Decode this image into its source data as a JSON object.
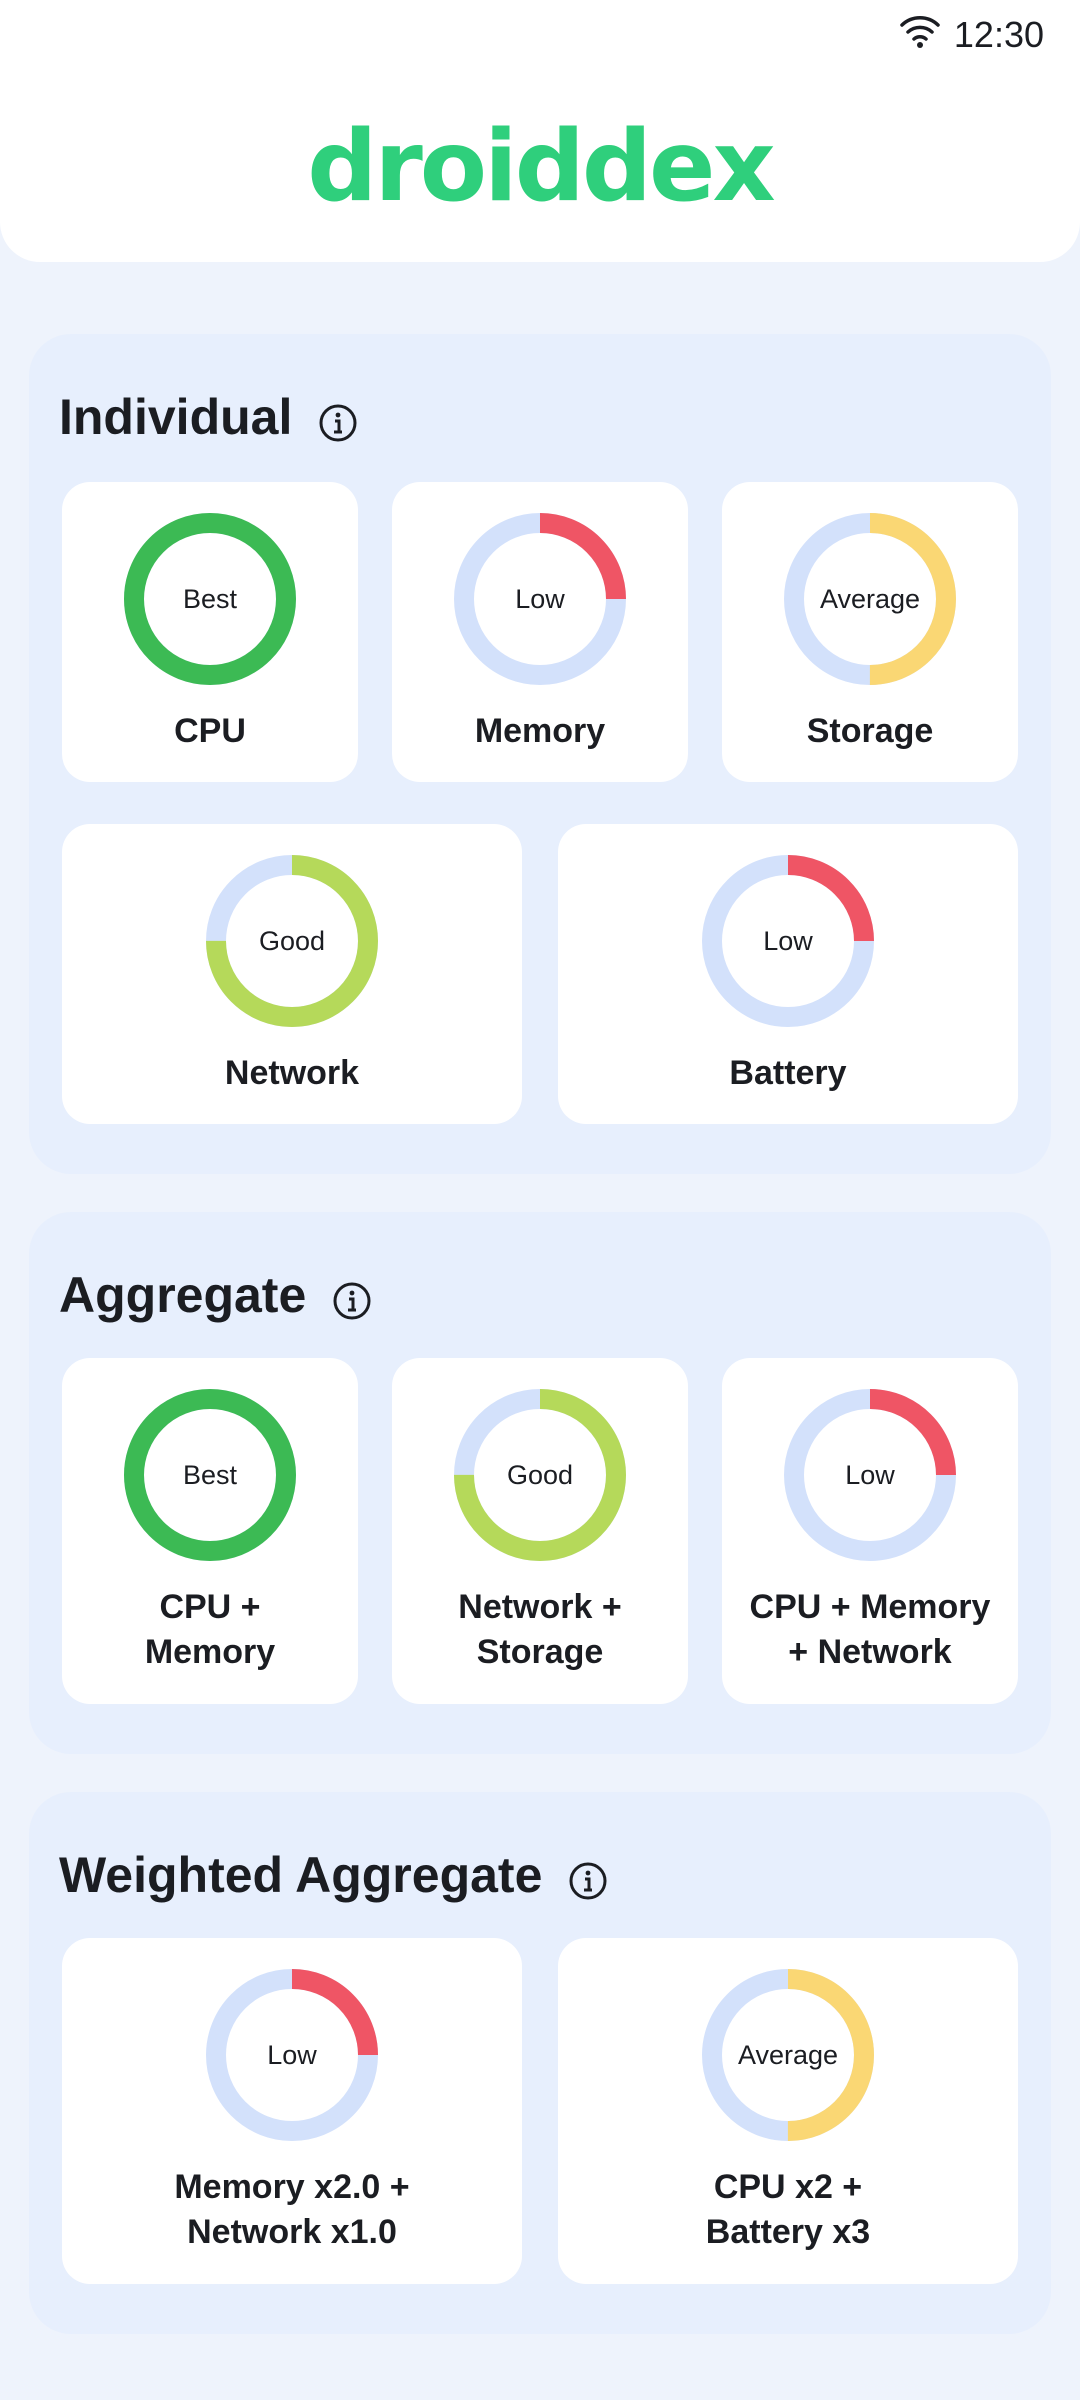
{
  "status_bar": {
    "time": "12:30",
    "wifi_icon": "wifi-icon"
  },
  "app": {
    "logo_text": "droiddex",
    "brand_color": "#2fcf7c"
  },
  "colors": {
    "track": "#d3e1fb",
    "Best": "#3cba54",
    "Good": "#b5d95a",
    "Average": "#fad774",
    "Low": "#ef5565"
  },
  "sections": {
    "individual": {
      "title": "Individual",
      "cards": [
        {
          "level": "Best",
          "label": "CPU",
          "fill": 1.0
        },
        {
          "level": "Low",
          "label": "Memory",
          "fill": 0.25
        },
        {
          "level": "Average",
          "label": "Storage",
          "fill": 0.5
        },
        {
          "level": "Good",
          "label": "Network",
          "fill": 0.75
        },
        {
          "level": "Low",
          "label": "Battery",
          "fill": 0.25
        }
      ]
    },
    "aggregate": {
      "title": "Aggregate",
      "cards": [
        {
          "level": "Best",
          "label_lines": [
            "CPU +",
            "Memory"
          ],
          "fill": 1.0
        },
        {
          "level": "Good",
          "label_lines": [
            "Network +",
            "Storage"
          ],
          "fill": 0.75
        },
        {
          "level": "Low",
          "label_lines": [
            "CPU + Memory",
            "+ Network"
          ],
          "fill": 0.25
        }
      ]
    },
    "weighted": {
      "title": "Weighted Aggregate",
      "cards": [
        {
          "level": "Low",
          "label_lines": [
            "Memory x2.0 +",
            "Network x1.0"
          ],
          "fill": 0.25
        },
        {
          "level": "Average",
          "label_lines": [
            "CPU x2 +",
            "Battery x3"
          ],
          "fill": 0.5
        }
      ]
    }
  }
}
